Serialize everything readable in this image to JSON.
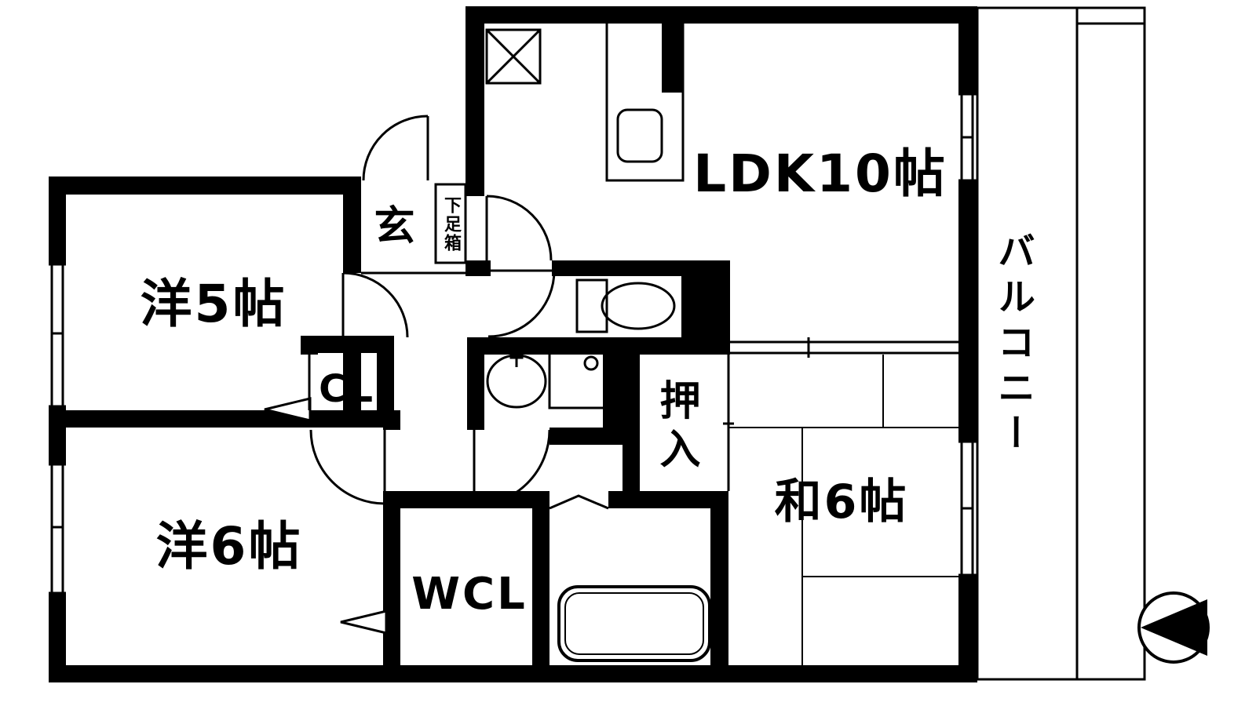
{
  "colors": {
    "wall": "#000000",
    "background": "#ffffff"
  },
  "rooms": {
    "ldk": {
      "label": "LDK10帖"
    },
    "balcony": {
      "label": "バルコニー"
    },
    "western5": {
      "label": "洋5帖"
    },
    "western6": {
      "label": "洋6帖"
    },
    "japanese6": {
      "label": "和6帖"
    },
    "oshiire": {
      "label": "押入"
    },
    "closet": {
      "label": "CL"
    },
    "walk_in_closet": {
      "label": "WCL"
    },
    "entrance": {
      "label": "玄"
    },
    "shoe_cabinet": {
      "label": "下足箱"
    }
  },
  "icons": {
    "compass": "black-triangle-pointing-left-in-circle"
  }
}
